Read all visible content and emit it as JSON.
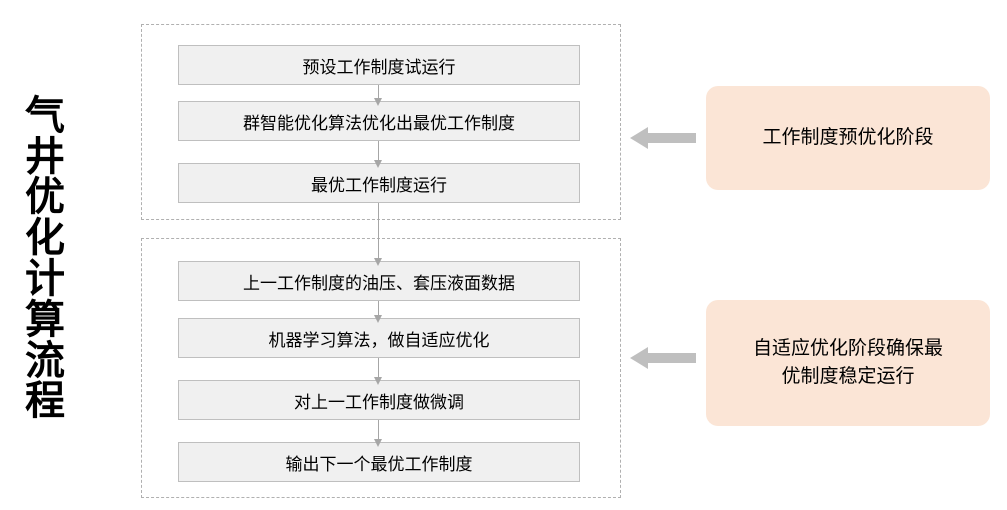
{
  "title": {
    "text": "气井优化计算流程",
    "chars": [
      "气",
      "井",
      "优",
      "化",
      "计",
      "算",
      "流",
      "程"
    ]
  },
  "colors": {
    "process_fill": "#f0f0f0",
    "process_border": "#bfbfbf",
    "group_border": "#b0b0b0",
    "connector": "#a6a6a6",
    "callout_fill": "#fbe5d6",
    "block_arrow": "#bfbfbf",
    "background": "#ffffff",
    "text": "#000000"
  },
  "groups": [
    {
      "id": "pre-optimization",
      "steps": [
        {
          "label": "预设工作制度试运行"
        },
        {
          "label": "群智能优化算法优化出最优工作制度"
        },
        {
          "label": "最优工作制度运行"
        }
      ],
      "callout": {
        "lines": [
          "工作制度预优化阶段"
        ],
        "text": "工作制度预优化阶段"
      }
    },
    {
      "id": "adaptive-optimization",
      "steps": [
        {
          "label": "上一工作制度的油压、套压液面数据"
        },
        {
          "label": "机器学习算法，做自适应优化"
        },
        {
          "label": "对上一工作制度做微调"
        },
        {
          "label": "输出下一个最优工作制度"
        }
      ],
      "callout": {
        "lines": [
          "自适应优化阶段确保最",
          "优制度稳定运行"
        ],
        "text": "自适应优化阶段确保最优制度稳定运行"
      }
    }
  ],
  "icons": {
    "block_arrow_left": "arrow-left-icon",
    "flow_arrow_down": "arrow-down-icon"
  }
}
